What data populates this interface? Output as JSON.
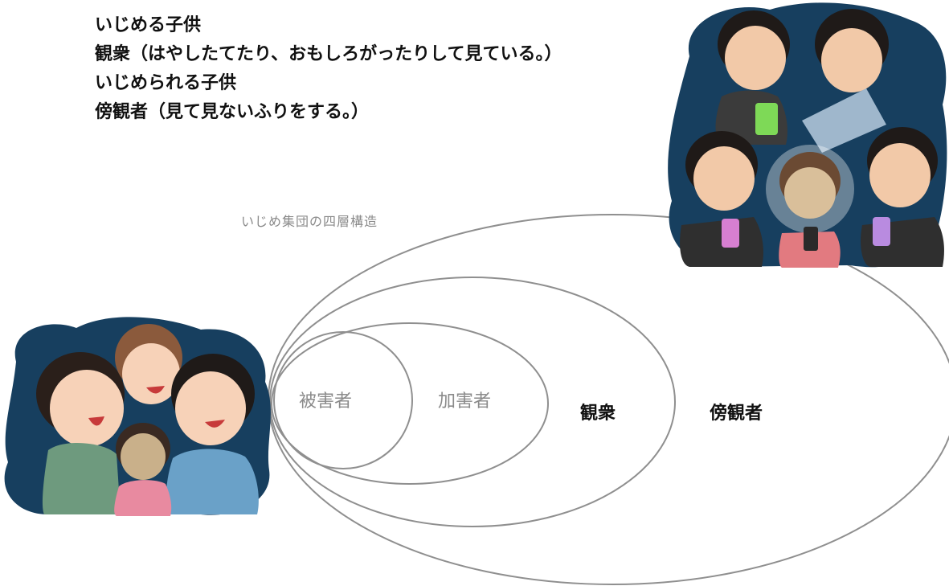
{
  "legend": {
    "items": [
      "いじめる子供",
      "観衆（はやしたてたり、おもしろがったりして見ている。）",
      "いじめられる子供",
      "傍観者（見て見ないふりをする。）"
    ]
  },
  "diagram": {
    "caption": "いじめ集団の四層構造",
    "layers": [
      {
        "label": "被害者",
        "style": "light"
      },
      {
        "label": "加害者",
        "style": "light"
      },
      {
        "label": "観衆",
        "style": "dark"
      },
      {
        "label": "傍観者",
        "style": "dark"
      }
    ]
  },
  "colors": {
    "ellipse_stroke": "#8f8f8f",
    "light_label": "#8a8a8a",
    "dark_text": "#111111",
    "illustration_bg": "#173f5f"
  },
  "illustrations": [
    "group-bullying-children-illustration",
    "group-smartphone-bullying-illustration"
  ]
}
